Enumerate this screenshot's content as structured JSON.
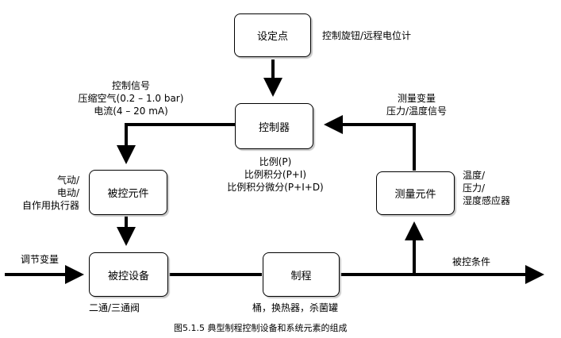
{
  "boxes": {
    "setpoint": "设定点",
    "controller": "控制器",
    "controlled_element": "被控元件",
    "measuring_element": "测量元件",
    "controlled_device": "被控设备",
    "process": "制程"
  },
  "labels": {
    "setpoint_note": "控制旋钮/远程电位计",
    "control_signal": [
      "控制信号",
      "压缩空气(0.2 – 1.0 bar)",
      "电流(4 – 20 mA)"
    ],
    "measured_variable": [
      "测量变量",
      "压力/温度信号"
    ],
    "control_modes": [
      "比例(P)",
      "比例积分(P+I)",
      "比例积分微分(P+I+D)"
    ],
    "actuators": [
      "气动/",
      "电动/",
      "自作用执行器"
    ],
    "sensors": [
      "温度/",
      "压力/",
      "湿度感应器"
    ],
    "manipulated_variable": "调节变量",
    "controlled_condition": "被控条件",
    "valves": "二通/三通阀",
    "process_examples": "桶，换热器，杀菌罐"
  },
  "caption": "图5.1.5 典型制程控制设备和系统元素的组成"
}
